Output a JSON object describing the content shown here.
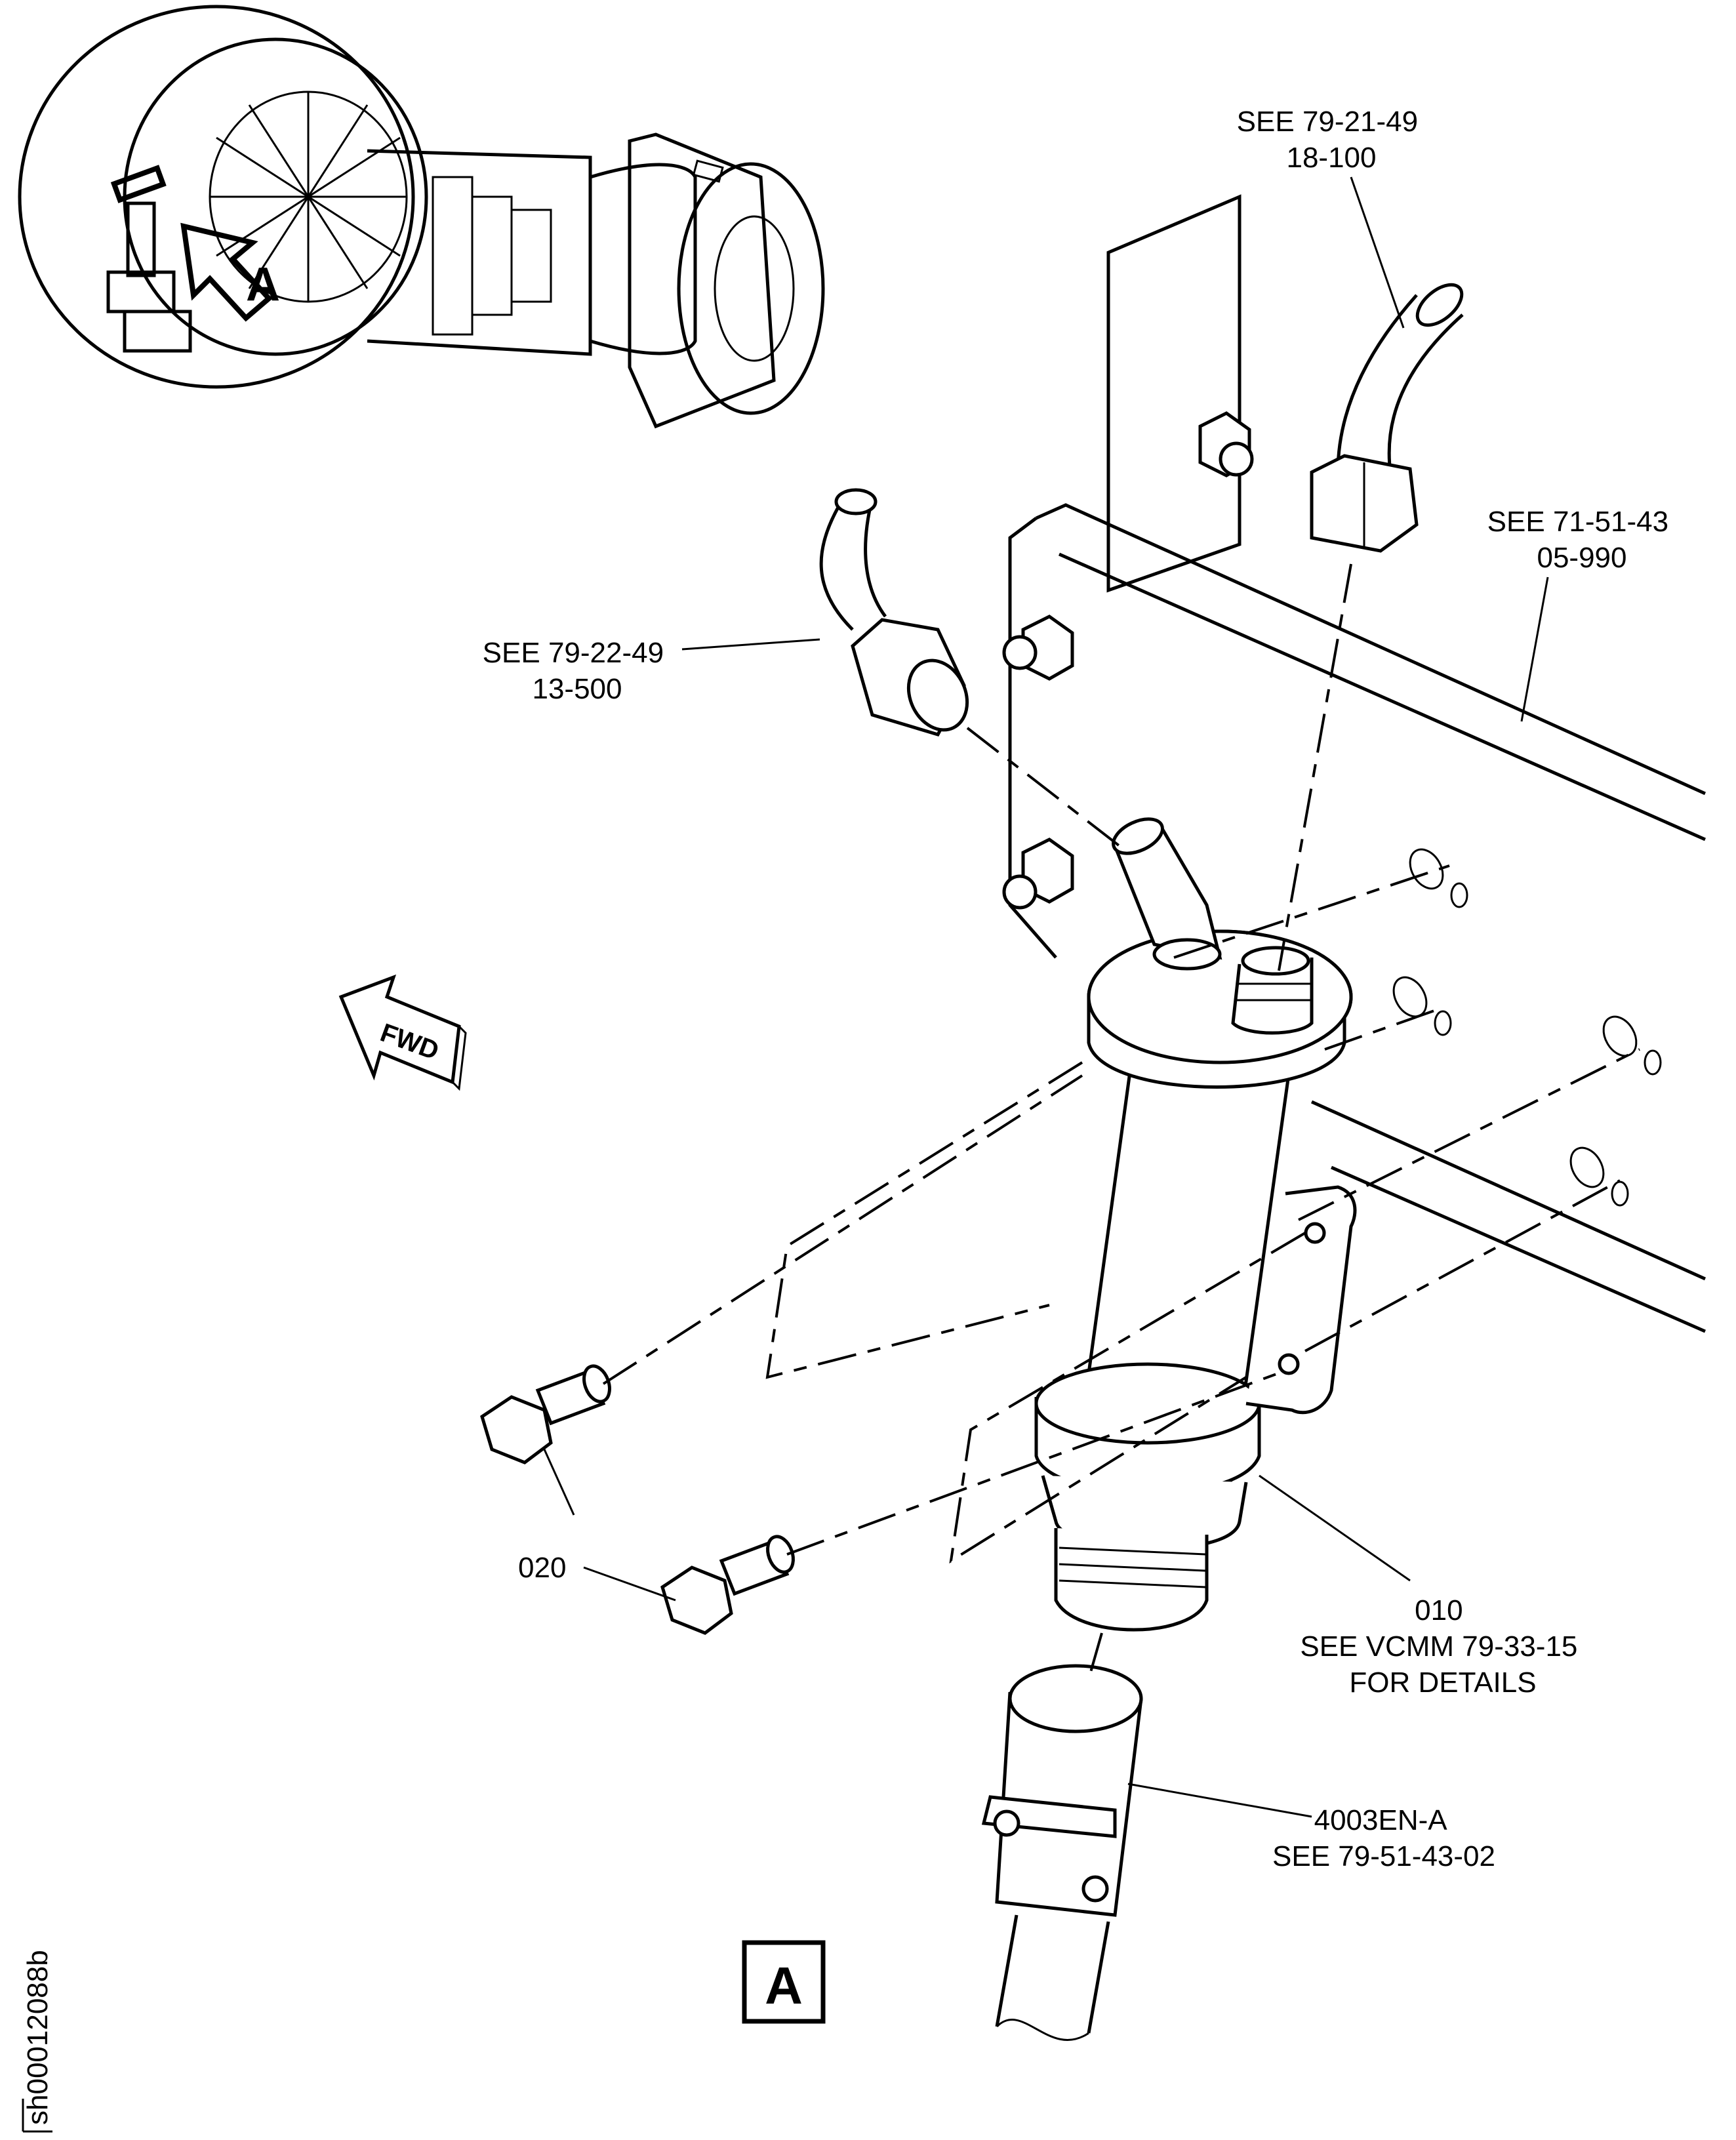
{
  "callouts": {
    "see_79_21_49": [
      "SEE 79-21-49",
      "18-100"
    ],
    "see_71_51_43": [
      "SEE 71-51-43",
      "05-990"
    ],
    "see_79_22_49": [
      "SEE 79-22-49",
      "13-500"
    ],
    "item_010": [
      "010",
      "SEE VCMM 79-33-15",
      "FOR DETAILS"
    ],
    "item_020": "020",
    "connector": [
      "4003EN-A",
      "SEE 79-51-43-02"
    ]
  },
  "view_label": "A",
  "locator_view_letter": "A",
  "fwd_label": "FWD",
  "sheet_id": "sh00012088b"
}
